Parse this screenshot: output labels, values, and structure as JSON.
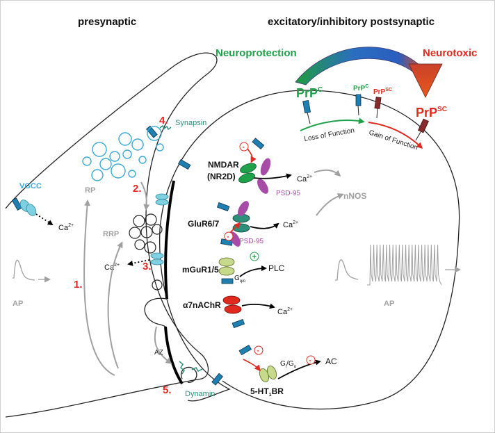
{
  "headers": {
    "presynaptic": "presynaptic",
    "postsynaptic": "excitatory/inhibitory postsynaptic"
  },
  "arrow_labels": {
    "neuroprotection": "Neuroprotection",
    "neurotoxic": "Neurotoxic"
  },
  "prion": {
    "prpc_big": "PrP",
    "prpc_big_sup": "C",
    "prpc_small": "PrP",
    "prpc_small_sup": "C",
    "prpsc_small": "PrP",
    "prpsc_small_sup": "SC",
    "prpsc_big": "PrP",
    "prpsc_big_sup": "SC",
    "loss_of_function": "Loss of Function",
    "gain_of_function": "Gain of Function"
  },
  "steps": {
    "s1": "1.",
    "s2": "2.",
    "s3": "3.",
    "s4": "4.",
    "s5": "5."
  },
  "presynaptic": {
    "vgcc": "VGCC",
    "ca_left": "Ca",
    "ca_left_sup": "2+",
    "ca_mid": "Ca",
    "ca_mid_sup": "2+",
    "rp": "RP",
    "rrp": "RRP",
    "synapsin": "Synapsin",
    "dynamin": "Dynamin",
    "az": "AZ",
    "ap": "AP"
  },
  "postsynaptic": {
    "nmdar_line1": "NMDAR",
    "nmdar_line2": "(NR2D)",
    "psd95_top": "PSD-95",
    "psd95_bottom": "PSD-95",
    "ca_nmdar": "Ca",
    "ca_nmdar_sup": "2+",
    "nnos": "nNOS",
    "glur": "GluR6/7",
    "ca_glur": "Ca",
    "ca_glur_sup": "2+",
    "mglur": "mGuR1/5",
    "mglur_sub": "q/o",
    "g_label": "G",
    "plc": "PLC",
    "nachr": "α7nAChR",
    "ca_nachr": "Ca",
    "ca_nachr_sup": "2+",
    "ht_prefix": "5-HT",
    "ht_sub": "1",
    "ht_suffix": "BR",
    "gi_label": "G",
    "gi_sub": "i",
    "go_sub": "o",
    "ac": "AC",
    "ap": "AP",
    "plus": "+",
    "minus": "-"
  },
  "colors": {
    "green": "#1fa14a",
    "red": "#e02a1f",
    "prpsc": "#8a2b2b",
    "cyan": "#3aa9d6",
    "teal": "#2e8f7a",
    "purple": "#a64ca6",
    "gray": "#a0a0a0",
    "blue_receptor": "#1f7fb0"
  }
}
